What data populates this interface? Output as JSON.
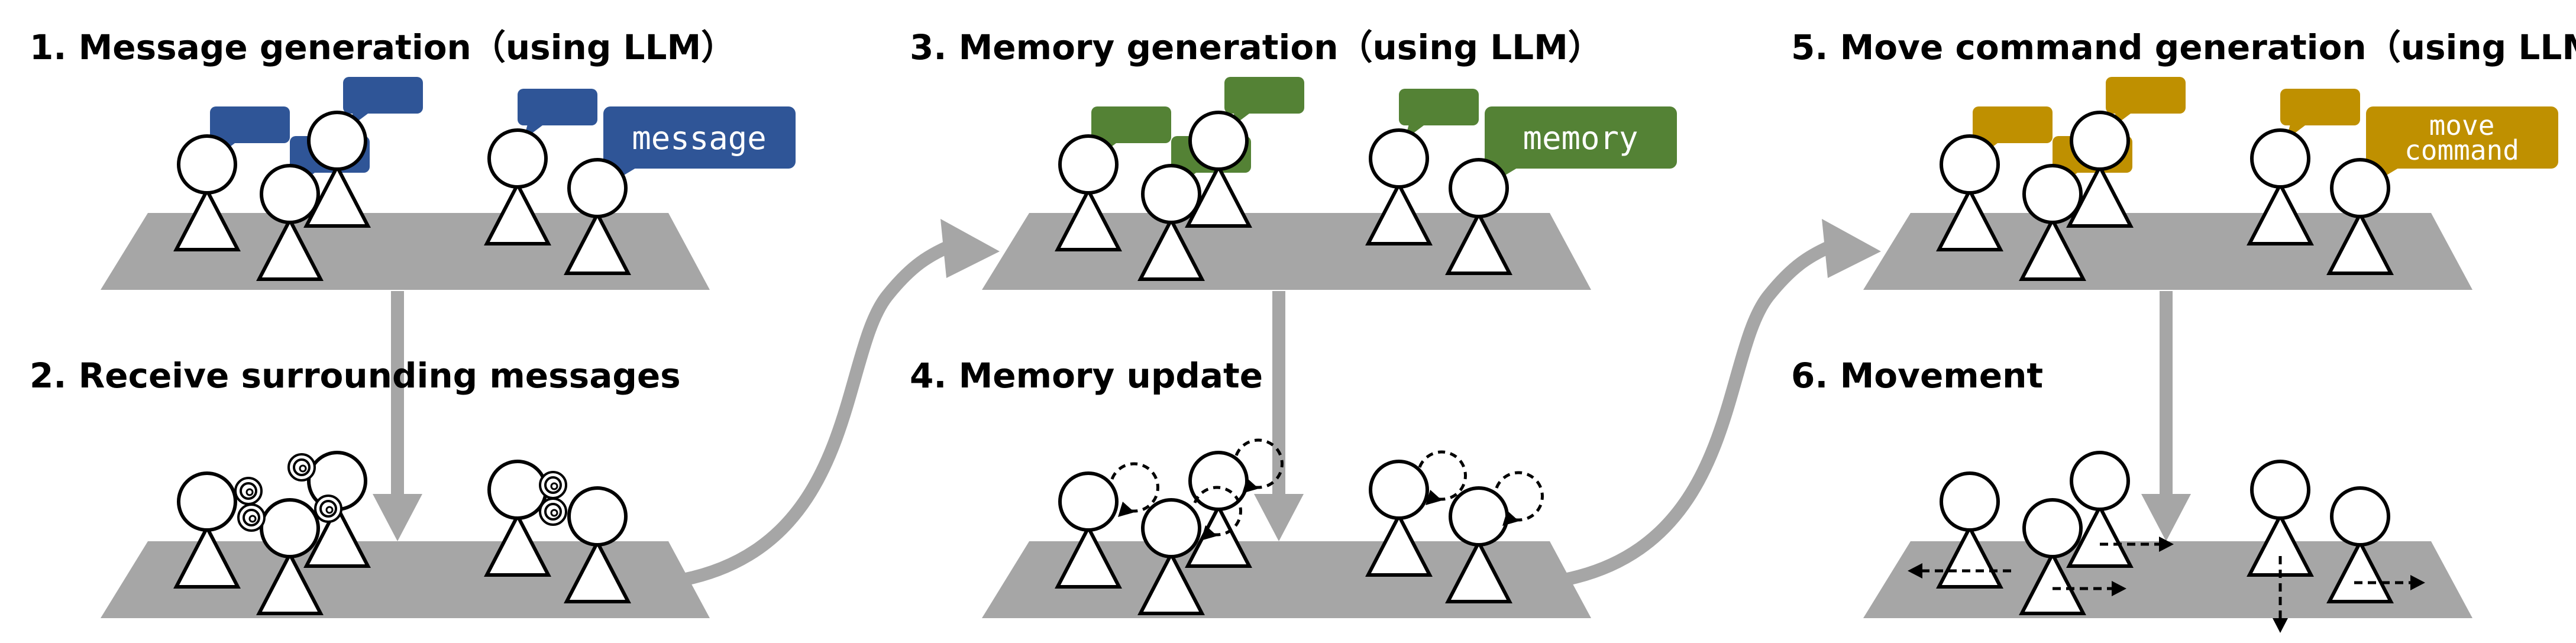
{
  "steps": [
    {
      "number": "1.",
      "title": "Message generation（using LLM）"
    },
    {
      "number": "2.",
      "title": "Receive surrounding messages"
    },
    {
      "number": "3.",
      "title": "Memory generation（using LLM）"
    },
    {
      "number": "4.",
      "title": "Memory update"
    },
    {
      "number": "5.",
      "title": "Move command generation（using LLM）"
    },
    {
      "number": "6.",
      "title": "Movement"
    }
  ],
  "bubbles": {
    "message": {
      "label": "message",
      "color": "#2F5597"
    },
    "memory": {
      "label": "memory",
      "color": "#548235"
    },
    "move_command": {
      "label_line1": "move",
      "label_line2": "command",
      "color": "#BF9000"
    }
  },
  "colors": {
    "platform": "#A6A6A6",
    "arrow": "#A6A6A6",
    "agent_stroke": "#000000",
    "agent_fill": "#ffffff"
  }
}
